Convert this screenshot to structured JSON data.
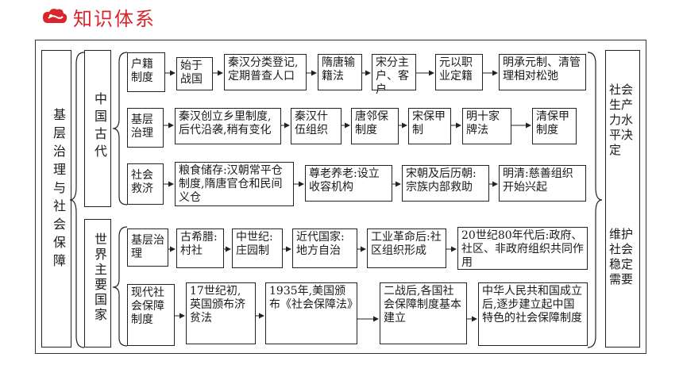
{
  "header": {
    "title": "知识体系",
    "icon": "cloud-icon",
    "accent": "#d9262c"
  },
  "root_label": "基层治理与社会保障",
  "ancient": {
    "label": "中国古代",
    "rows": [
      {
        "label": "户籍制度",
        "steps": [
          "始于战国",
          "秦汉分类登记,定期普查人口",
          "隋唐输籍法",
          "宋分主户、客户",
          "元以职业定籍",
          "明承元制、清管理相对松弛"
        ]
      },
      {
        "label": "基层治理",
        "steps": [
          "秦汉创立乡里制度,后代沿袭,稍有变化",
          "秦汉什伍组织",
          "唐邻保制度",
          "宋保甲制",
          "明十家牌法",
          "清保甲制度"
        ]
      },
      {
        "label": "社会救济",
        "steps": [
          "粮食储存:汉朝常平仓制度,隋唐官仓和民间义仓",
          "尊老养老:设立收容机构",
          "宋朝及后历朝:宗族内部救助",
          "明清:慈善组织开始兴起"
        ]
      }
    ]
  },
  "world": {
    "label": "世界主要国家",
    "rows": [
      {
        "label": "基层治理",
        "steps": [
          "古希腊:村社",
          "中世纪:庄园制",
          "近代国家:地方自治",
          "工业革命后:社区组织形成",
          "20世纪80年代后:政府、社区、非政府组织共同作用"
        ]
      },
      {
        "label": "现代社会保障制度",
        "steps": [
          "17世纪初,英国颁布济贫法",
          "1935年,美国颁布《社会保障法》",
          "二战后,各国社会保障制度基本建立",
          "中华人民共和国成立后,逐步建立起中国特色的社会保障制度"
        ]
      }
    ]
  },
  "right_panel": {
    "top": "社会生产力水平决定",
    "bottom": "维护社会稳定需要"
  }
}
